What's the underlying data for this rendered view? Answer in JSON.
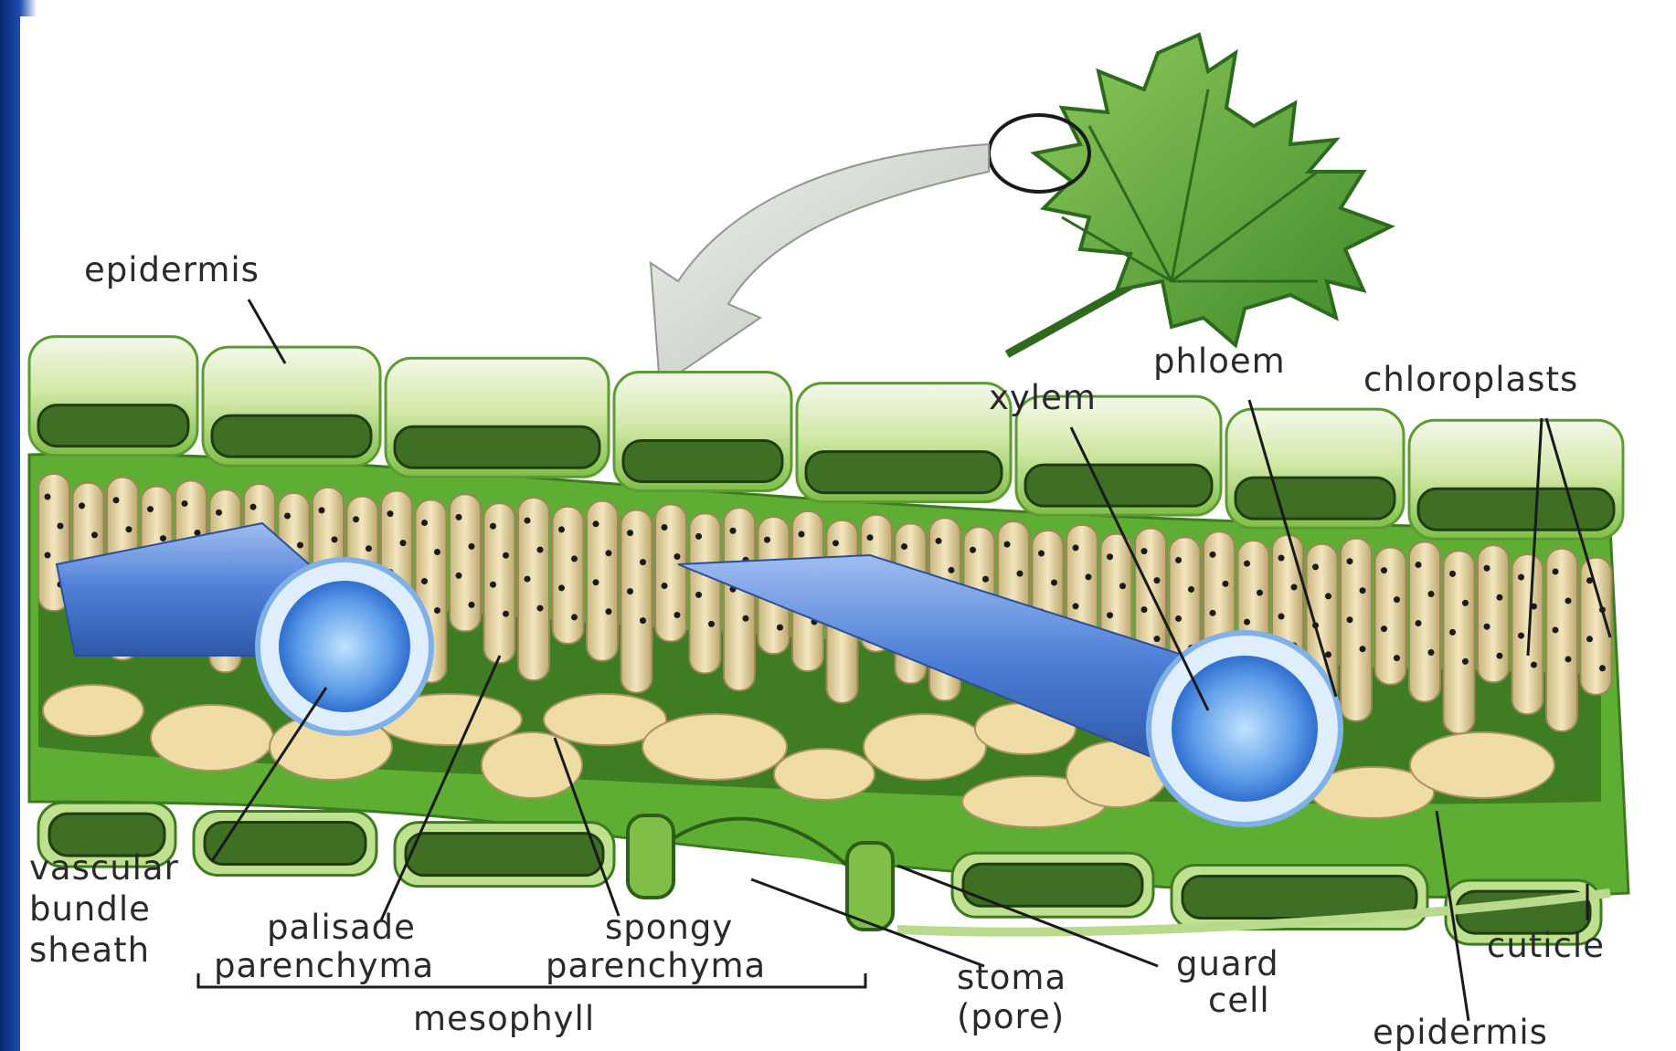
{
  "labels": {
    "epidermis_top": "epidermis",
    "phloem": "phloem",
    "xylem": "xylem",
    "chloroplasts": "chloroplasts",
    "vascular": "vascular",
    "bundle": "bundle",
    "sheath": "sheath",
    "palisade": "palisade",
    "parenchyma_1": "parenchyma",
    "spongy": "spongy",
    "parenchyma_2": "parenchyma",
    "mesophyll": "mesophyll",
    "stoma": "stoma",
    "pore": "(pore)",
    "guard": "guard",
    "cell": "cell",
    "cuticle": "cuticle",
    "epidermis_bottom": "epidermis"
  },
  "colors": {
    "leaf_green": "#4f9a2c",
    "epidermis_light": "#dff0c4",
    "epidermis_dark": "#3e6f25",
    "palisade_tan": "#e6d7a8",
    "mesophyll_green": "#5fae34",
    "vascular_blue": "#5a86d8",
    "arrow_gray": "#c9d1c9"
  }
}
